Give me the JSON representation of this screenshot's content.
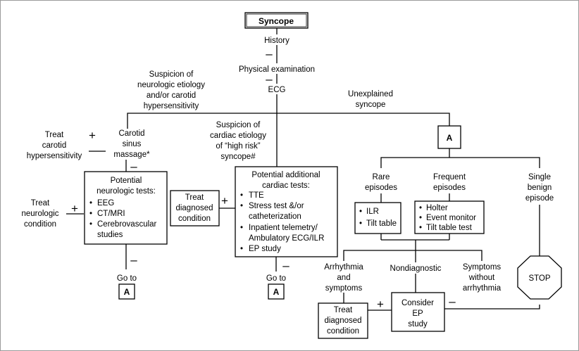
{
  "title": "Syncope",
  "steps": {
    "history": "History",
    "physical_exam": "Physical examination",
    "ecg": "ECG"
  },
  "suspicion_neuro": [
    "Suspicion of",
    "neurologic etiology",
    "and/or carotid",
    "hypersensitivity"
  ],
  "unexplained": [
    "Unexplained",
    "syncope"
  ],
  "suspicion_cardiac": [
    "Suspicion of",
    "cardiac etiology",
    "of “high risk”",
    "syncope#"
  ],
  "carotid_massage": [
    "Carotid",
    "sinus",
    "massage*"
  ],
  "treat_carotid": [
    "Treat",
    "carotid",
    "hypersensitivity"
  ],
  "neuro_tests_title": [
    "Potential",
    "neurologic tests:"
  ],
  "neuro_tests": [
    "EEG",
    "CT/MRI",
    "Cerebrovascular",
    "studies"
  ],
  "treat_neuro": [
    "Treat",
    "neurologic",
    "condition"
  ],
  "treat_dx_1": [
    "Treat",
    "diagnosed",
    "condition"
  ],
  "cardiac_tests_title": [
    "Potential additional",
    "cardiac tests:"
  ],
  "cardiac_tests": [
    "TTE",
    "Stress test &/or",
    "catheterization",
    "Inpatient telemetry/",
    "Ambulatory ECG/ILR",
    "EP study"
  ],
  "go_to": "Go to",
  "box_a": "A",
  "rare": [
    "Rare",
    "episodes"
  ],
  "frequent": [
    "Frequent",
    "episodes"
  ],
  "single": [
    "Single",
    "benign",
    "episode"
  ],
  "rare_tests": [
    "ILR",
    "Tilt table"
  ],
  "frequent_tests": [
    "Holter",
    "Event monitor",
    "Tilt table test"
  ],
  "arrhythmia": [
    "Arrhythmia",
    "and",
    "symptoms"
  ],
  "nondiagnostic": "Nondiagnostic",
  "symptoms_without": [
    "Symptoms",
    "without",
    "arrhythmia"
  ],
  "stop": "STOP",
  "treat_dx_2": [
    "Treat",
    "diagnosed",
    "condition"
  ],
  "consider_ep": [
    "Consider",
    "EP",
    "study"
  ],
  "signs": {
    "plus": "+",
    "minus": "–"
  }
}
